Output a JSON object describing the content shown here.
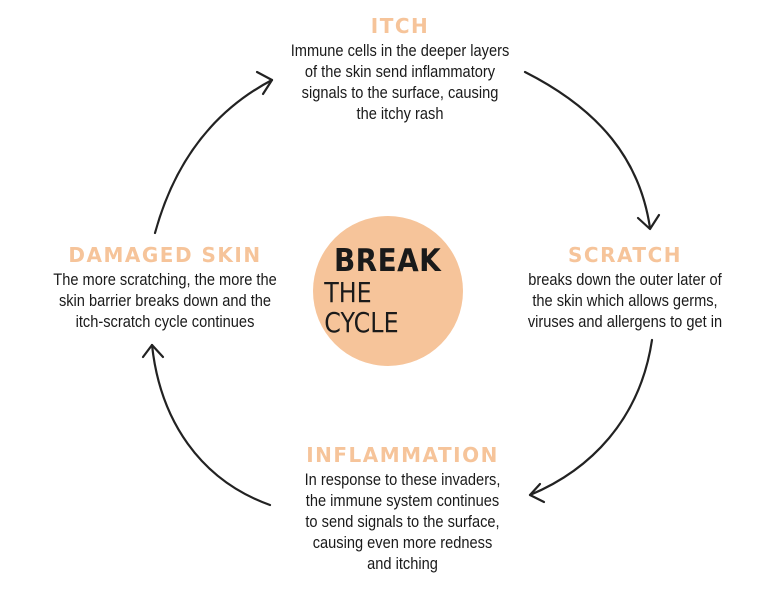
{
  "colors": {
    "accent": "#f6c49a",
    "circle": "#f6c49a",
    "text": "#1a1a1a",
    "arrow": "#222222"
  },
  "center": {
    "line1": "BREAK",
    "line2": "THE CYCLE"
  },
  "nodes": {
    "itch": {
      "title": "ITCH",
      "description": "Immune cells in the deeper layers\nof the skin send inflammatory\nsignals to the surface, causing\nthe itchy rash"
    },
    "scratch": {
      "title": "SCRATCH",
      "description": "breaks down the outer later of\nthe skin which allows germs,\nviruses and allergens to get in"
    },
    "inflammation": {
      "title": "INFLAMMATION",
      "description": "In response to these invaders,\nthe immune system continues\nto send signals to the surface,\ncausing even more redness\nand itching"
    },
    "damaged_skin": {
      "title": "DAMAGED SKIN",
      "description": "The more scratching, the more the\nskin barrier breaks down and the\nitch-scratch cycle continues"
    }
  }
}
